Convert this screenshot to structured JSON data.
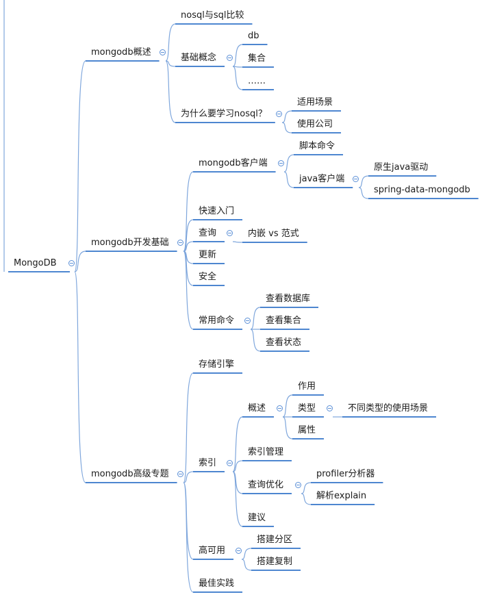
{
  "colors": {
    "branch": "#7ea6dc",
    "underline": "#4d86d0",
    "text": "#1a1a1a"
  },
  "mindmap": {
    "root": "MongoDB",
    "overview": {
      "label": "mongodb概述",
      "compare": "nosql与sql比较",
      "concepts": {
        "label": "基础概念",
        "db": "db",
        "collection": "集合",
        "more": "……"
      },
      "why": {
        "label": "为什么要学习nosql？",
        "scenes": "适用场景",
        "companies": "使用公司"
      }
    },
    "dev": {
      "label": "mongodb开发基础",
      "client": {
        "label": "mongodb客户端",
        "script": "脚本命令",
        "java": {
          "label": "java客户端",
          "native": "原生java驱动",
          "spring": "spring-data-mongodb"
        }
      },
      "quickstart": "快速入门",
      "query": {
        "label": "查询",
        "embed": "内嵌 vs 范式"
      },
      "update": "更新",
      "security": "安全",
      "common": {
        "label": "常用命令",
        "db": "查看数据库",
        "collection": "查看集合",
        "status": "查看状态"
      }
    },
    "advanced": {
      "label": "mongodb高级专题",
      "storage": "存储引擎",
      "index": {
        "label": "索引",
        "overview": {
          "label": "概述",
          "role": "作用",
          "type": {
            "label": "类型",
            "scenes": "不同类型的使用场景"
          },
          "attr": "属性"
        },
        "manage": "索引管理",
        "optimize": {
          "label": "查询优化",
          "profiler": "profiler分析器",
          "explain": "解析explain"
        },
        "suggest": "建议"
      },
      "ha": {
        "label": "高可用",
        "shard": "搭建分区",
        "replica": "搭建复制"
      },
      "best": "最佳实践"
    }
  }
}
